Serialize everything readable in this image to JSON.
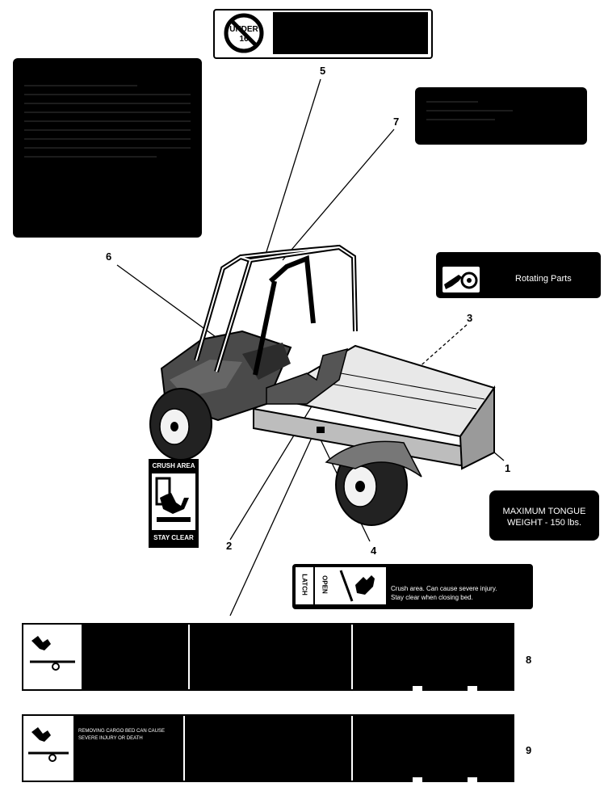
{
  "under16": {
    "badge_line1": "UNDER",
    "badge_line2": "16"
  },
  "rotating_parts": {
    "label": "Rotating Parts"
  },
  "tongue_weight": {
    "line1": "MAXIMUM TONGUE",
    "line2": "WEIGHT - 150 lbs."
  },
  "crush_area": {
    "top": "CRUSH AREA",
    "bottom": "STAY CLEAR"
  },
  "latch_decal": {
    "latch": "LATCH",
    "open": "OPEN",
    "text1": "Crush area. Can cause severe injury.",
    "text2": "Stay clear when closing bed."
  },
  "callouts": {
    "c1": "1",
    "c2": "2",
    "c3": "3",
    "c4": "4",
    "c5": "5",
    "c6": "6",
    "c7": "7",
    "c8": "8",
    "c9": "9"
  },
  "decal9": {
    "line1": "REMOVING CARGO BED CAN CAUSE",
    "line2": "SEVERE INJURY OR DEATH"
  },
  "colors": {
    "decal": "#000000",
    "paper": "#ffffff",
    "vehicle": "#3a3a3a"
  },
  "icons": [
    "no-under-16-icon",
    "rotating-parts-icon",
    "crush-hand-icon",
    "latch-hand-icon",
    "bed-tipping-icon",
    "utility-vehicle-illustration"
  ]
}
